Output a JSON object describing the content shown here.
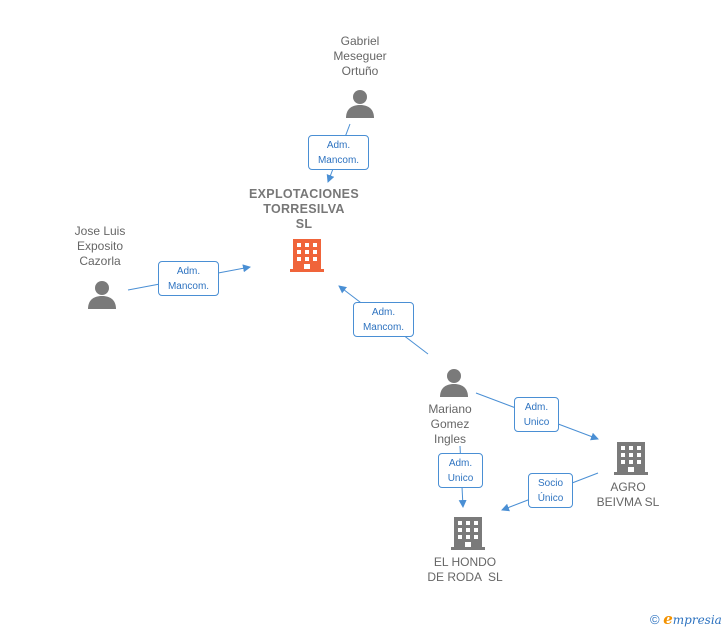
{
  "nodes": {
    "gabriel": {
      "name": "Gabriel\nMeseguer\nOrtuño"
    },
    "jose": {
      "name": "Jose Luis\nExposito\nCazorla"
    },
    "explotaciones": {
      "name": "EXPLOTACIONES\nTORRESILVA\nSL"
    },
    "mariano": {
      "name": "Mariano\nGomez\nIngles"
    },
    "agro": {
      "name": "AGRO\nBEIVMA SL"
    },
    "hondo": {
      "name": "EL HONDO\nDE RODA  SL"
    }
  },
  "edges": {
    "gabriel_explotaciones": {
      "line1": "Adm.",
      "line2": "Mancom."
    },
    "jose_explotaciones": {
      "line1": "Adm.",
      "line2": "Mancom."
    },
    "mariano_explotaciones": {
      "line1": "Adm.",
      "line2": "Mancom."
    },
    "mariano_agro": {
      "line1": "Adm.",
      "line2": "Unico"
    },
    "mariano_hondo": {
      "line1": "Adm.",
      "line2": "Unico"
    },
    "agro_hondo": {
      "line1": "Socio",
      "line2": "Único"
    }
  },
  "footer": {
    "copyright_symbol": "©",
    "brand_first": "e",
    "brand_rest": "mpresia"
  },
  "colors": {
    "edge": "#4a8fd4",
    "person_icon": "#7a7a7a",
    "company_icon": "#7a7a7a",
    "main_company_icon": "#f0643a"
  },
  "icons": {
    "person": "person-icon",
    "company": "building-icon"
  }
}
